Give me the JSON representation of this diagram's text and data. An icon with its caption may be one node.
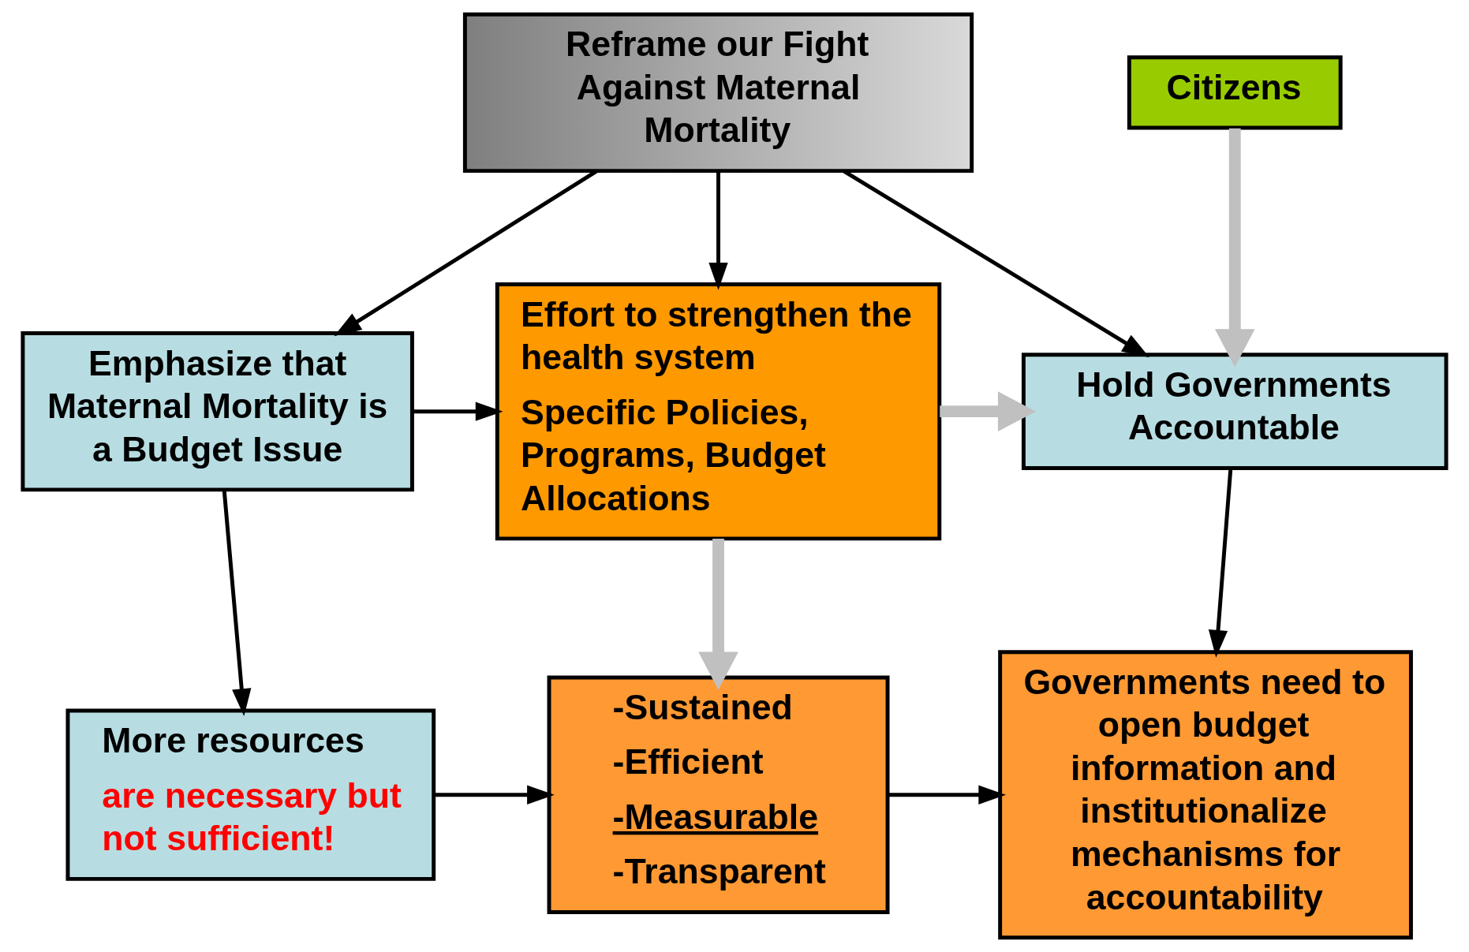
{
  "diagram": {
    "nodes": [
      {
        "text": [
          "Reframe our Fight Against Maternal Mortality"
        ]
      },
      {
        "text": [
          "Emphasize that Maternal Mortality is a Budget Issue"
        ]
      },
      {
        "text": [
          "Effort to strengthen the health system",
          "Specific Policies, Programs, Budget Allocations"
        ]
      },
      {
        "text": [
          "Hold Governments Accountable"
        ]
      },
      {
        "text": [
          "Citizens"
        ]
      },
      {
        "text": [
          "More resources",
          "are necessary but not sufficient!"
        ]
      },
      {
        "text": [
          "-Sustained",
          "-Efficient",
          "-Measurable",
          "-Transparent"
        ]
      },
      {
        "text": [
          "Governments need to open budget information and institutionalize mechanisms for accountability"
        ]
      }
    ],
    "edges": [
      {
        "from": 0,
        "to": 1,
        "arrow": "to"
      },
      {
        "from": 0,
        "to": 2,
        "arrow": "to"
      },
      {
        "from": 0,
        "to": 3,
        "arrow": "to"
      },
      {
        "from": 1,
        "to": 2,
        "arrow": "to"
      },
      {
        "from": 1,
        "to": 5,
        "arrow": "to"
      },
      {
        "from": 2,
        "to": 3,
        "arrow": "to",
        "style": "thick",
        "color": "#c0c0c0"
      },
      {
        "from": 2,
        "to": 6,
        "arrow": "to",
        "style": "thick",
        "color": "#c0c0c0"
      },
      {
        "from": 4,
        "to": 3,
        "arrow": "to",
        "style": "thick",
        "color": "#c0c0c0"
      },
      {
        "from": 3,
        "to": 7,
        "arrow": "to"
      },
      {
        "from": 5,
        "to": 6,
        "arrow": "to"
      },
      {
        "from": 6,
        "to": 7,
        "arrow": "to"
      }
    ]
  }
}
